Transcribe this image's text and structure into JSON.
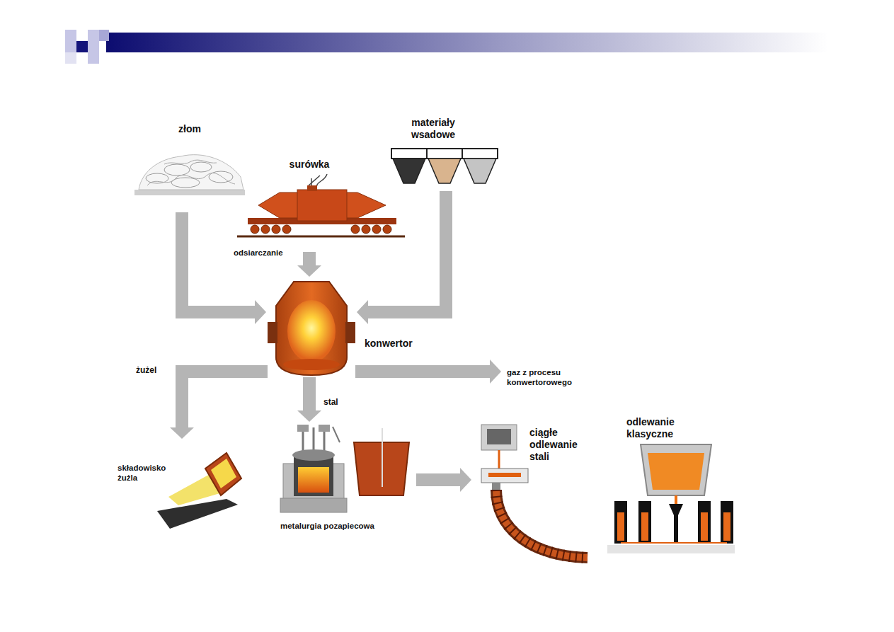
{
  "diagram": {
    "nodes": [
      {
        "text": [
          "złom"
        ]
      },
      {
        "text": [
          "surówka"
        ]
      },
      {
        "text": [
          "materiały wsadowe"
        ]
      },
      {
        "text": [
          "konwertor"
        ]
      },
      {
        "text": [
          "gaz z procesu konwertorowego"
        ]
      },
      {
        "text": [
          "składowisko żużla"
        ]
      },
      {
        "text": [
          "metalurgia pozapiecowa"
        ]
      },
      {
        "text": [
          "ciągłe odlewanie stali"
        ]
      },
      {
        "text": [
          "odlewanie klasyczne"
        ]
      }
    ],
    "edges": [
      {
        "from": 0,
        "to": 3,
        "arrow": "to"
      },
      {
        "from": 1,
        "to": 3,
        "arrow": "to"
      },
      {
        "from": 2,
        "to": 3,
        "arrow": "to"
      },
      {
        "from": 3,
        "to": 5,
        "label": "żużel",
        "arrow": "to"
      },
      {
        "from": 3,
        "to": 4,
        "arrow": "to"
      },
      {
        "from": 3,
        "to": 6,
        "label": "stal",
        "arrow": "to"
      },
      {
        "from": 6,
        "to": 7,
        "arrow": "to"
      }
    ],
    "labels": [
      "odsiarczanie"
    ]
  }
}
